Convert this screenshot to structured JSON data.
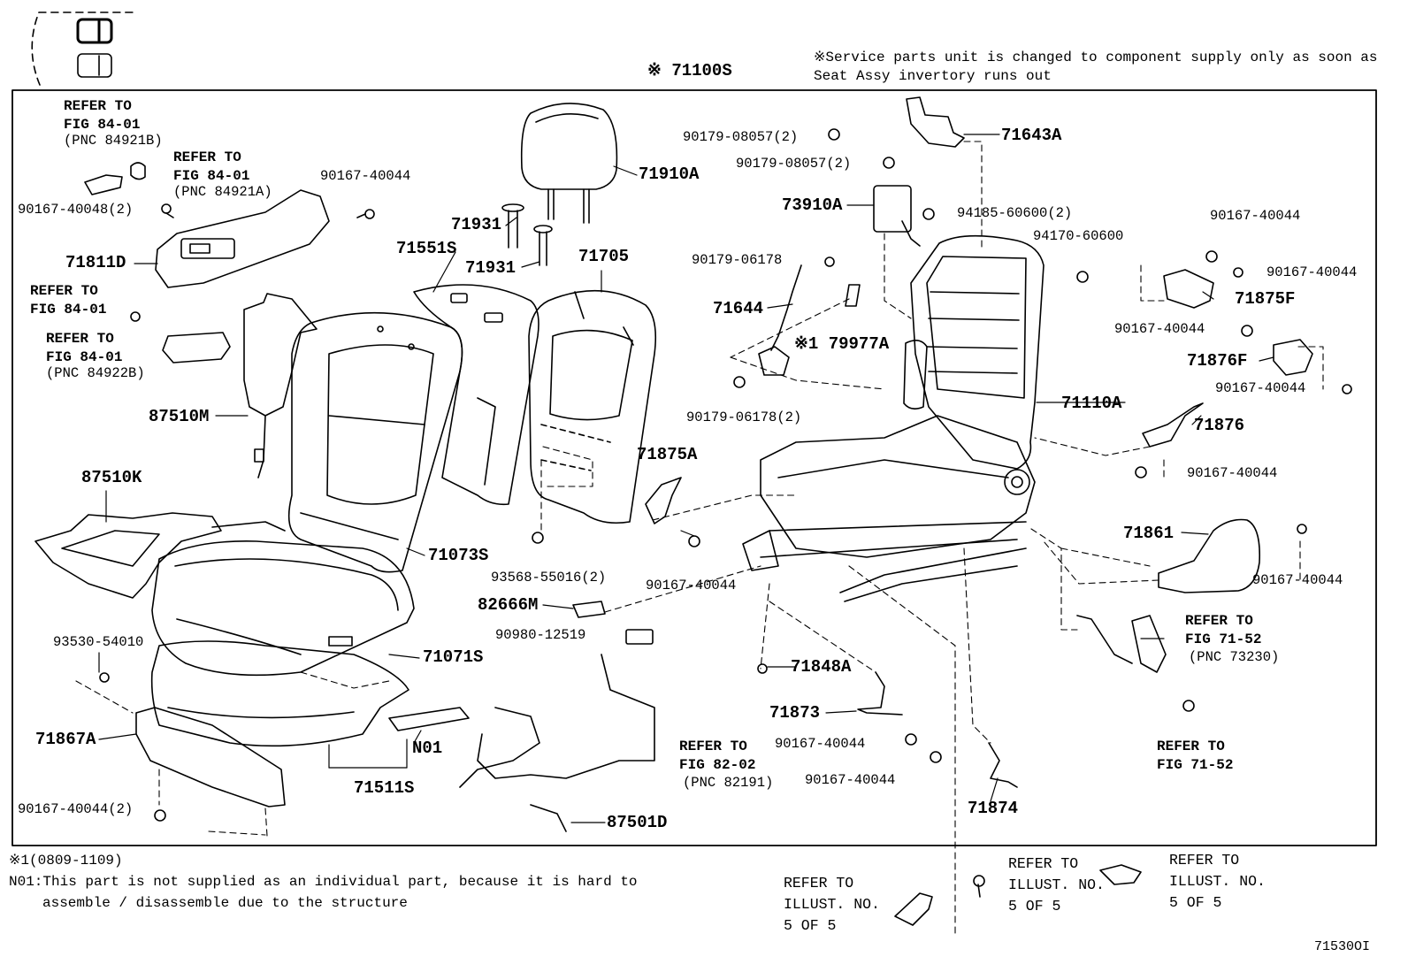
{
  "header_note": {
    "line1": "※Service parts unit is changed to component supply only as soon as",
    "line2": "Seat Assy invertory runs out"
  },
  "assembly_label": "※ 71100S",
  "parts": {
    "p71910A": "71910A",
    "p71931a": "71931",
    "p71931b": "71931",
    "p71551S": "71551S",
    "p71705": "71705",
    "p71811D": "71811D",
    "p87510M": "87510M",
    "p87510K": "87510K",
    "p71073S": "71073S",
    "p71071S": "71071S",
    "p71511S": "71511S",
    "pN01": "N01",
    "p71867A": "71867A",
    "p82666M": "82666M",
    "p87501D": "87501D",
    "p71875A": "71875A",
    "p71643A": "71643A",
    "p73910A": "73910A",
    "p71644": "71644",
    "p79977A": "※1 79977A",
    "p71110A": "71110A",
    "p71875F": "71875F",
    "p71876F": "71876F",
    "p71876": "71876",
    "p71861": "71861",
    "p71848A": "71848A",
    "p71873": "71873",
    "p71874": "71874"
  },
  "fasteners": {
    "f1": "90167-40048(2)",
    "f2": "90167-40044",
    "f3": "90179-08057(2)",
    "f4": "90179-08057(2)",
    "f5": "94185-60600(2)",
    "f6": "94170-60600",
    "f7": "90179-06178",
    "f8": "90179-06178(2)",
    "f9": "93568-55016(2)",
    "f10": "90167-40044",
    "f11": "90980-12519",
    "f12": "93530-54010",
    "f13": "90167-40044(2)",
    "f14": "90167-40044",
    "f15": "90167-40044",
    "f16": "90167-40044",
    "f17": "90167-40044",
    "f18": "90167-40044",
    "f19": "90167-40044",
    "f20": "90167-40044",
    "f21": "90167-40044"
  },
  "refs": {
    "r1": {
      "a": "REFER TO",
      "b": "FIG 84-01",
      "c": "(PNC 84921B)"
    },
    "r2": {
      "a": "REFER TO",
      "b": "FIG 84-01",
      "c": "(PNC 84921A)"
    },
    "r3": {
      "a": "REFER TO",
      "b": "FIG 84-01"
    },
    "r4": {
      "a": "REFER TO",
      "b": "FIG 84-01",
      "c": "(PNC 84922B)"
    },
    "r5": {
      "a": "REFER TO",
      "b": "FIG 82-02",
      "c": "(PNC 82191)"
    },
    "r6": {
      "a": "REFER TO",
      "b": "FIG 71-52",
      "c": "(PNC 73230)"
    },
    "r7": {
      "a": "REFER TO",
      "b": "FIG 71-52"
    },
    "r8": {
      "a": "REFER TO",
      "b": "ILLUST. NO.",
      "c": "5 OF 5"
    },
    "r9": {
      "a": "REFER TO",
      "b": "ILLUST. NO.",
      "c": "5 OF 5"
    },
    "r10": {
      "a": "REFER TO",
      "b": "ILLUST. NO.",
      "c": "5 OF 5"
    }
  },
  "footnotes": {
    "n1": "※1(0809-1109)",
    "n2": "N01:This part is not supplied as an individual part, because it is hard to",
    "n3": "assemble / disassemble due to the structure"
  },
  "figure_code": "71530OI"
}
